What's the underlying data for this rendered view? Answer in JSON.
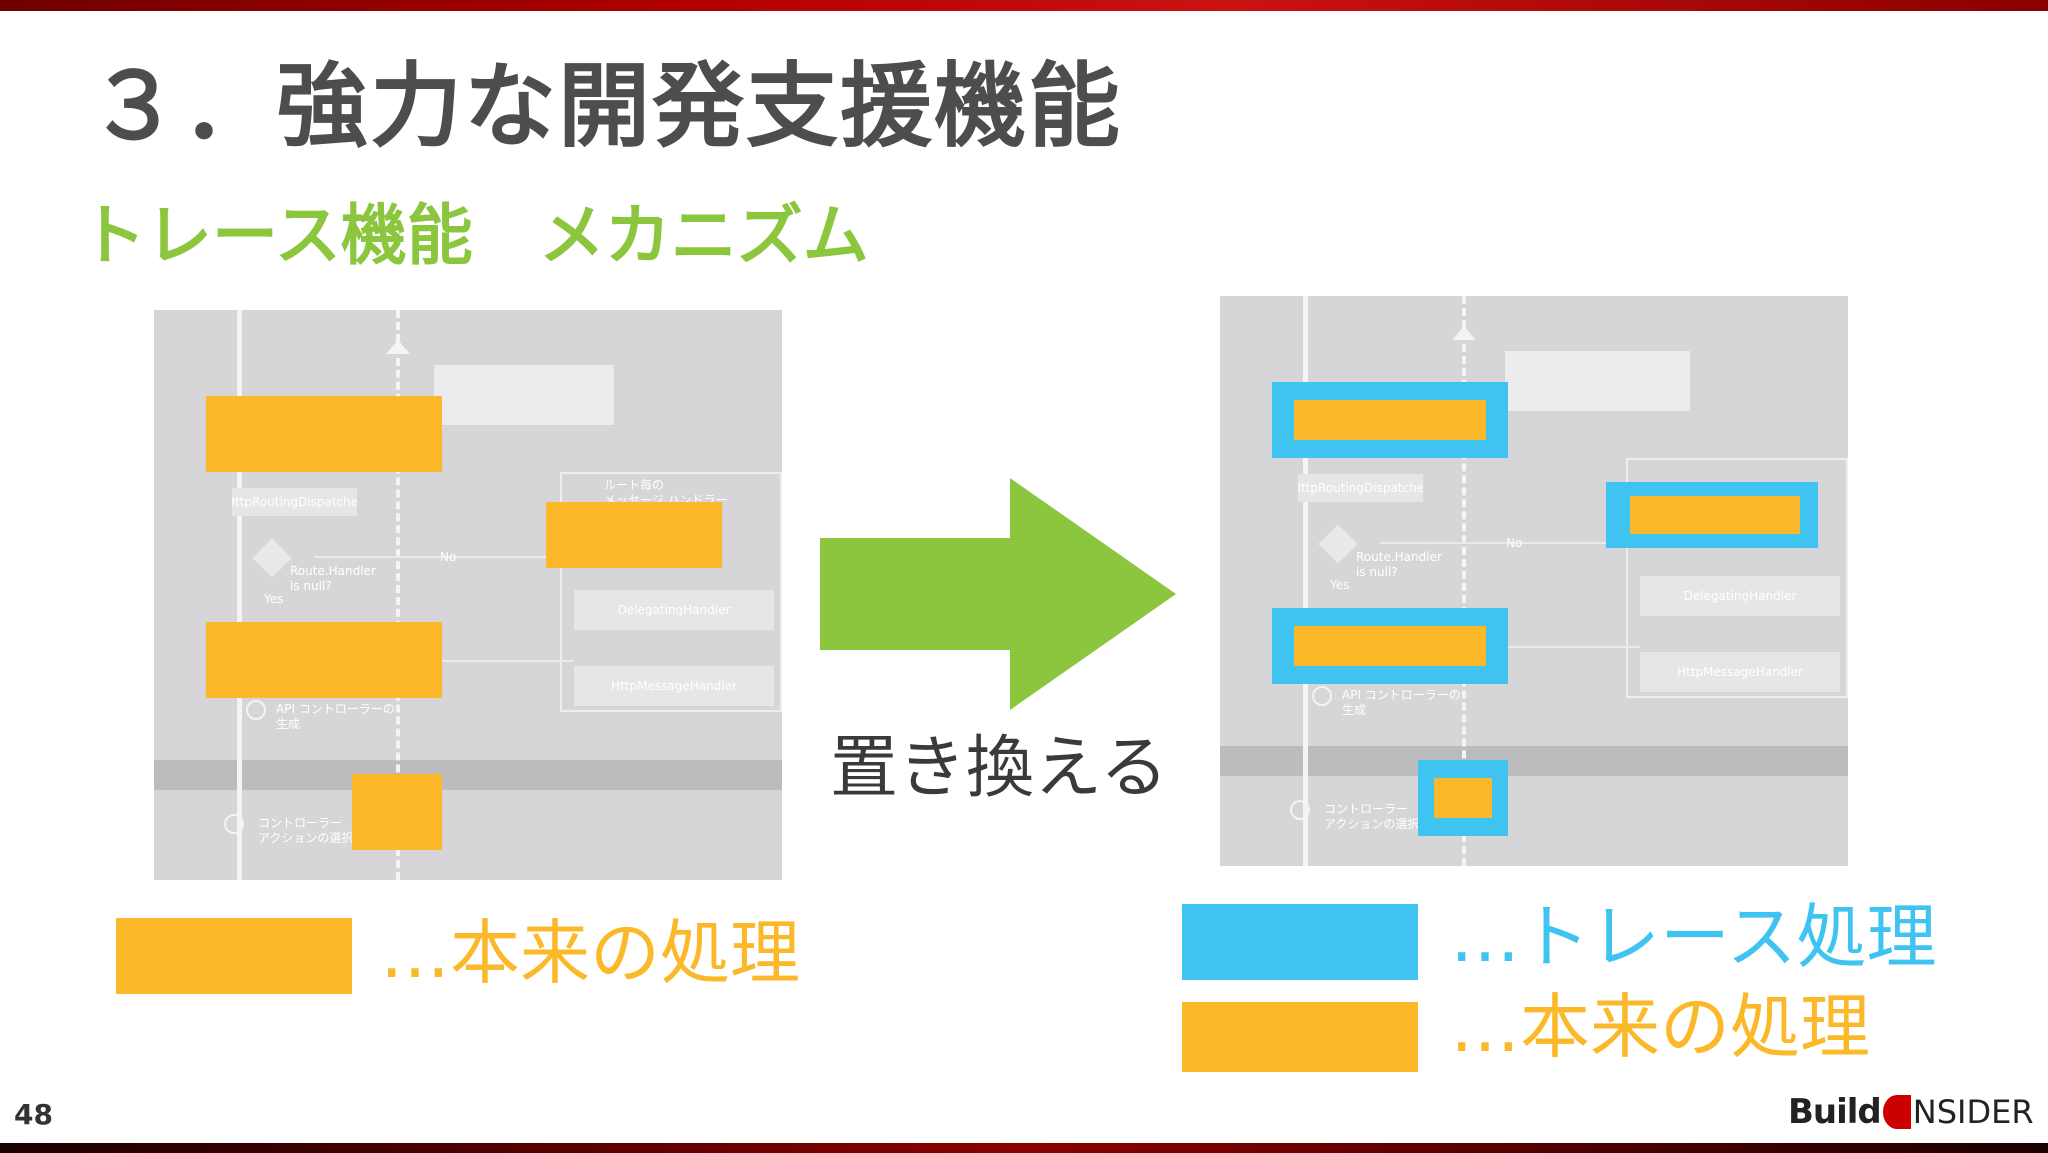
{
  "slide": {
    "title": "３．強力な開発支援機能",
    "subtitle": "トレース機能　メカニズム",
    "page_number": "48"
  },
  "center": {
    "arrow_label": "置き換える"
  },
  "diagram_labels": {
    "dispatcher": "HttpRoutingDispatcher",
    "route_check": "Route.Handler\nis null?",
    "yes": "Yes",
    "no": "No",
    "api_controller": "API コントローラーの\n生成",
    "controller_select": "コントローラー\nアクションの選択",
    "delegating": "DelegatingHandler",
    "message_handler": "HttpMessageHandler",
    "route_handlers": "ルート毎の\nメッセージ ハンドラー"
  },
  "legend": {
    "left_orange": "…本来の処理",
    "right_blue": "…トレース処理",
    "right_orange": "…本来の処理"
  },
  "logo": {
    "part1": "Build",
    "part2": "NSIDER"
  },
  "colors": {
    "orange": "#fbb829",
    "blue": "#3fc3f0",
    "green": "#8cc63f",
    "title_gray": "#4d4d4d",
    "brand_red": "#cc0000"
  }
}
